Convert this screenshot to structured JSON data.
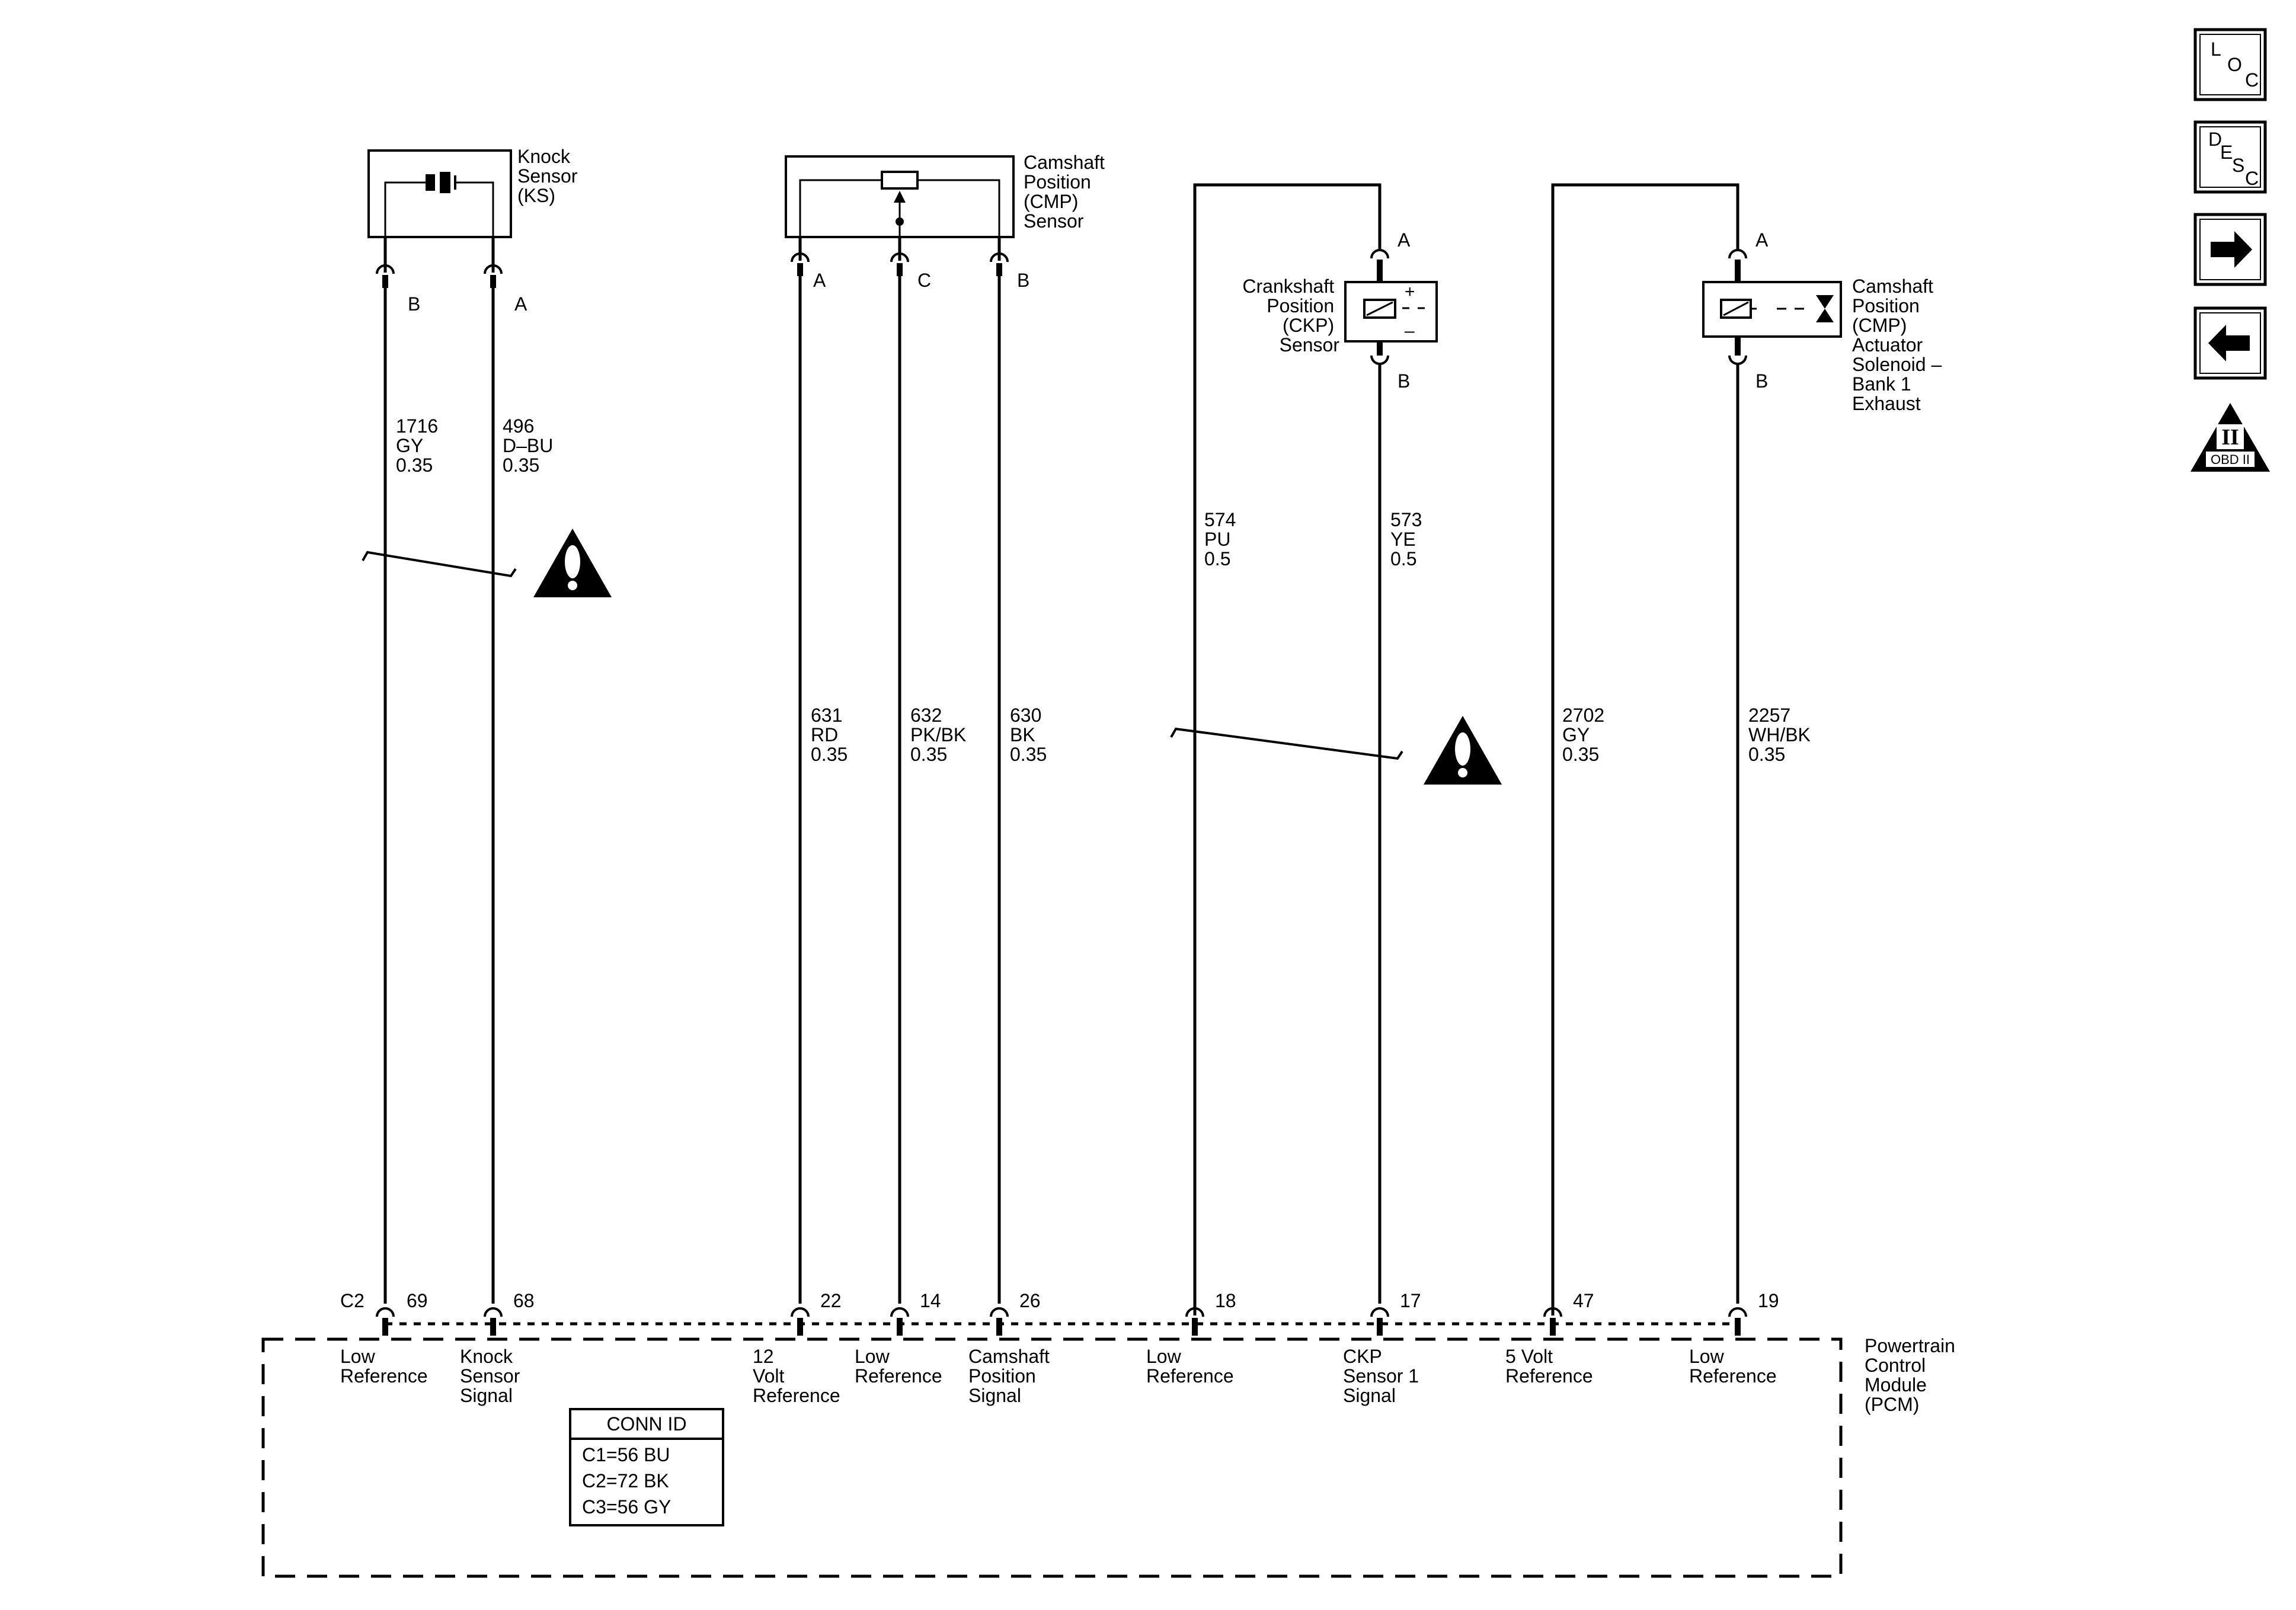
{
  "components": {
    "knock_sensor": [
      "Knock",
      "Sensor",
      "(KS)"
    ],
    "cmp_sensor": [
      "Camshaft",
      "Position",
      "(CMP)",
      "Sensor"
    ],
    "ckp_sensor": [
      "Crankshaft",
      "Position",
      "(CKP)",
      "Sensor"
    ],
    "cmp_actuator": [
      "Camshaft",
      "Position",
      "(CMP)",
      "Actuator",
      "Solenoid –",
      "Bank 1",
      "Exhaust"
    ],
    "pcm": [
      "Powertrain",
      "Control",
      "Module",
      "(PCM)"
    ]
  },
  "pins_top": {
    "ks_b": "B",
    "ks_a": "A",
    "cmp_a": "A",
    "cmp_c": "C",
    "cmp_b": "B",
    "ckp_a": "A",
    "ckp_b": "B",
    "act_a": "A",
    "act_b": "B"
  },
  "ckp_polarity": {
    "plus": "+",
    "minus": "–"
  },
  "wires": [
    {
      "circuit": "1716",
      "color": "GY",
      "size": "0.35"
    },
    {
      "circuit": "496",
      "color": "D–BU",
      "size": "0.35"
    },
    {
      "circuit": "631",
      "color": "RD",
      "size": "0.35"
    },
    {
      "circuit": "632",
      "color": "PK/BK",
      "size": "0.35"
    },
    {
      "circuit": "630",
      "color": "BK",
      "size": "0.35"
    },
    {
      "circuit": "574",
      "color": "PU",
      "size": "0.5"
    },
    {
      "circuit": "573",
      "color": "YE",
      "size": "0.5"
    },
    {
      "circuit": "2702",
      "color": "GY",
      "size": "0.35"
    },
    {
      "circuit": "2257",
      "color": "WH/BK",
      "size": "0.35"
    }
  ],
  "pcm_connector": "C2",
  "pcm_pins": [
    "69",
    "68",
    "22",
    "14",
    "26",
    "18",
    "17",
    "47",
    "19"
  ],
  "pcm_functions": [
    [
      "Low",
      "Reference"
    ],
    [
      "Knock",
      "Sensor",
      "Signal"
    ],
    [
      "12",
      "Volt",
      "Reference"
    ],
    [
      "Low",
      "Reference"
    ],
    [
      "Camshaft",
      "Position",
      "Signal"
    ],
    [
      "Low",
      "Reference"
    ],
    [
      "CKP",
      "Sensor 1",
      "Signal"
    ],
    [
      "5 Volt",
      "Reference"
    ],
    [
      "Low",
      "Reference"
    ]
  ],
  "conn_id": {
    "title": "CONN ID",
    "rows": [
      "C1=56 BU",
      "C2=72 BK",
      "C3=56 GY"
    ]
  },
  "nav": {
    "loc": [
      "L",
      "O",
      "C"
    ],
    "desc": [
      "D",
      "E",
      "S",
      "C"
    ],
    "next_icon": "arrow-right-icon",
    "prev_icon": "arrow-left-icon",
    "obd_numeral": "II",
    "obd_label": "OBD II"
  }
}
